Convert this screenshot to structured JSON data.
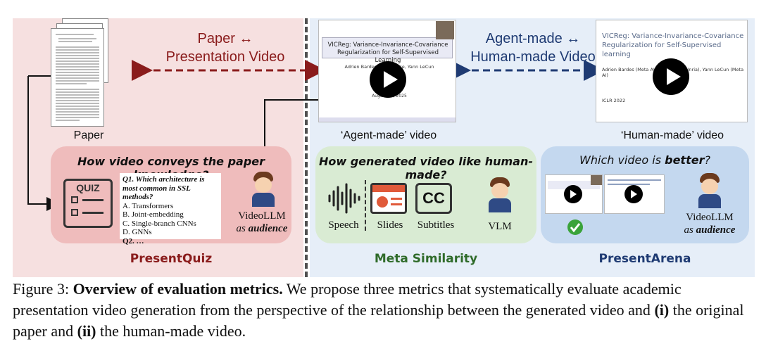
{
  "left_panel": {
    "link_label_line1": "Paper ↔",
    "link_label_line2": "Presentation Video",
    "paper_caption": "Paper",
    "quiz_box": {
      "question": "How video conveys the paper knowledge?",
      "quiz_icon_text": "QUIZ",
      "quiz_lines": [
        "Q1. Which architecture is most common in SSL methods?",
        "A. Transformers",
        "B. Joint-embedding",
        "C. Single-branch CNNs",
        "D. GNNs",
        "Q2. …"
      ],
      "audience_line1": "VideoLLM",
      "audience_line2": "as audience"
    },
    "metric_name": "PresentQuiz"
  },
  "right_panel": {
    "link_label_line1": "Agent-made ↔",
    "link_label_line2": "Human-made Video",
    "agent_video_caption": "‘Agent-made’ video",
    "human_video_caption": "‘Human-made’ video",
    "agent_slide": {
      "title": "VICReg: Variance-Invariance-Covariance Regularization for Self-Supervised Learning",
      "authors": "Adrien Bardes, Jean Ponce, Yann LeCun",
      "date": "August 20, 2025"
    },
    "human_slide": {
      "title": "VICReg: Variance-Invariance-Covariance Regularization for Self-Supervised learning",
      "authors": "Adrien Bardes (Meta AI), Jean Ponce (Inria), Yann LeCun (Meta AI)",
      "venue": "ICLR 2022"
    },
    "meta_box": {
      "question_plain": "How generated video ",
      "question_bold": "like human-made?",
      "speech": "Speech",
      "slides": "Slides",
      "subtitles": "Subtitles",
      "cc_text": "CC",
      "vlm": "VLM"
    },
    "arena_box": {
      "question_plain": "Which video is ",
      "question_bold": "better",
      "question_end": "?",
      "audience_line1": "VideoLLM",
      "audience_line2": "as audience"
    },
    "metric_meta": "Meta Similarity",
    "metric_arena": "PresentArena"
  },
  "figure_caption": {
    "label": "Figure 3: ",
    "bold_title": "Overview of evaluation metrics.",
    "text1": " We propose three metrics that systematically evaluate academic presentation video generation from the perspective of the relationship between the generated video and ",
    "i_bold": "(i)",
    "text2": " the original paper and ",
    "ii_bold": "(ii)",
    "text3": " the human-made video."
  },
  "colors": {
    "red_accent": "#8a1c1c",
    "blue_accent": "#1f3b73",
    "green_accent": "#2f6b2a",
    "left_bg": "#f6e0e0",
    "right_bg": "#e6eef8"
  }
}
